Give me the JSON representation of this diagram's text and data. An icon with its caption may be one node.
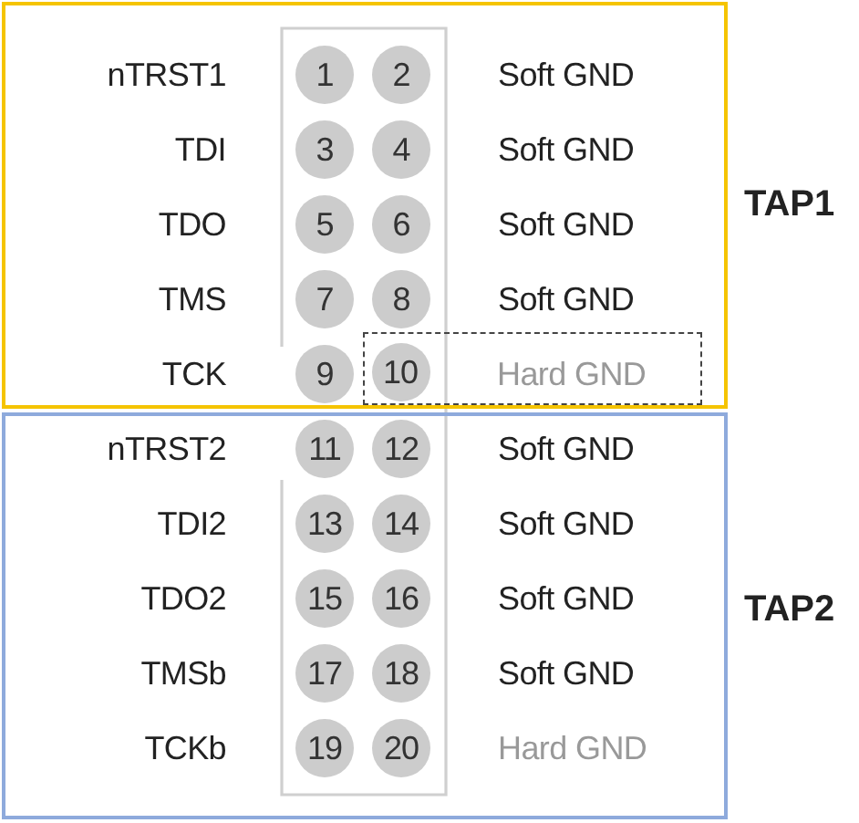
{
  "diagram": {
    "nodes": [
      {
        "text": [
          "TAP1"
        ]
      },
      {
        "text": [
          "1"
        ],
        "in": 0
      },
      {
        "text": [
          "2"
        ],
        "in": 0
      },
      {
        "text": [
          "3"
        ],
        "in": 0
      },
      {
        "text": [
          "4"
        ],
        "in": 0
      },
      {
        "text": [
          "5"
        ],
        "in": 0
      },
      {
        "text": [
          "6"
        ],
        "in": 0
      },
      {
        "text": [
          "7"
        ],
        "in": 0
      },
      {
        "text": [
          "8"
        ],
        "in": 0
      },
      {
        "text": [
          "9"
        ],
        "in": 0
      },
      {
        "text": [
          "Hard GND"
        ],
        "in": 0
      },
      {
        "text": [
          "10"
        ],
        "in": 10
      },
      {
        "text": [
          "TAP2"
        ]
      },
      {
        "text": [
          "11"
        ],
        "in": 12
      },
      {
        "text": [
          "12"
        ],
        "in": 12
      },
      {
        "text": [
          "13"
        ],
        "in": 12
      },
      {
        "text": [
          "14"
        ],
        "in": 12
      },
      {
        "text": [
          "15"
        ],
        "in": 12
      },
      {
        "text": [
          "16"
        ],
        "in": 12
      },
      {
        "text": [
          "17"
        ],
        "in": 12
      },
      {
        "text": [
          "18"
        ],
        "in": 12
      },
      {
        "text": [
          "19"
        ],
        "in": 12
      },
      {
        "text": [
          "20"
        ],
        "in": 12
      }
    ],
    "labels": [
      "nTRST1",
      "Soft GND",
      "TDI",
      "Soft GND",
      "TDO",
      "Soft GND",
      "TMS",
      "Soft GND",
      "TCK",
      "nTRST2",
      "Soft GND",
      "TDI2",
      "Soft GND",
      "TDO2",
      "Soft GND",
      "TMSb",
      "Soft GND",
      "TCKb",
      "Hard GND"
    ]
  }
}
